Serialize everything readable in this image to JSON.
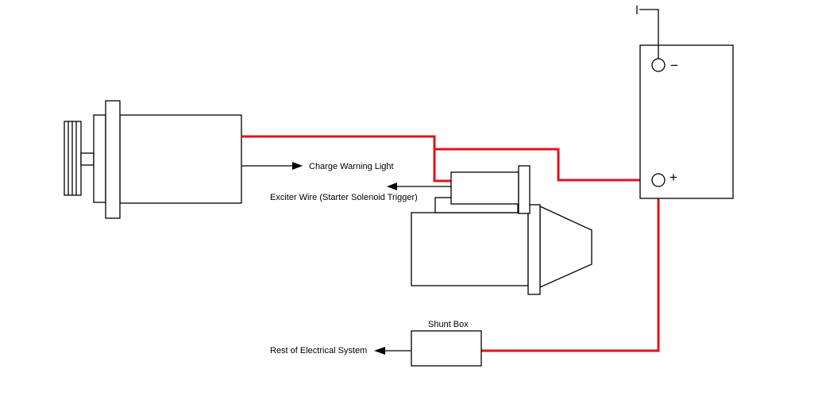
{
  "labels": {
    "charge_warning_light": "Charge Warning Light",
    "exciter_wire": "Exciter Wire (Starter Solenoid Trigger)",
    "shunt_box": "Shunt Box",
    "rest_of_system": "Rest of Electrical System"
  },
  "battery": {
    "negative_symbol": "−",
    "positive_symbol": "+"
  },
  "colors": {
    "positive_wire": "#e0141c",
    "outline": "#000000",
    "background": "#ffffff"
  }
}
